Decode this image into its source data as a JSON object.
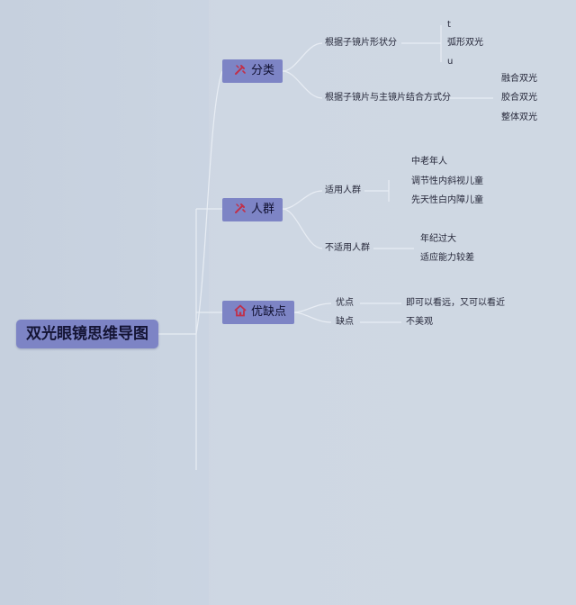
{
  "root": {
    "title": "双光眼镜思维导图"
  },
  "branches": [
    {
      "label": "分类",
      "icon": "pen-icon",
      "groups": [
        {
          "label": "根据子镜片形状分",
          "items": [
            "t",
            "弧形双光",
            "u"
          ]
        },
        {
          "label": "根据子镜片与主镜片结合方式分",
          "items": [
            "融合双光",
            "胶合双光",
            "整体双光"
          ]
        }
      ]
    },
    {
      "label": "人群",
      "icon": "pen-icon",
      "groups": [
        {
          "label": "适用人群",
          "items": [
            "中老年人",
            "调节性内斜视儿童",
            "先天性白内障儿童"
          ]
        },
        {
          "label": "不适用人群",
          "items": [
            "年纪过大",
            "适应能力较差"
          ]
        }
      ]
    },
    {
      "label": "优缺点",
      "icon": "home-icon",
      "groups": [
        {
          "label": "优点",
          "items": [
            "即可以看远，又可以看近"
          ]
        },
        {
          "label": "缺点",
          "items": [
            "不美观"
          ]
        }
      ]
    }
  ],
  "colors": {
    "background": "#c9d3e0",
    "node_fill": "#7d84c5",
    "icon_accent": "#c0304a",
    "connector": "#e6ebf2"
  }
}
